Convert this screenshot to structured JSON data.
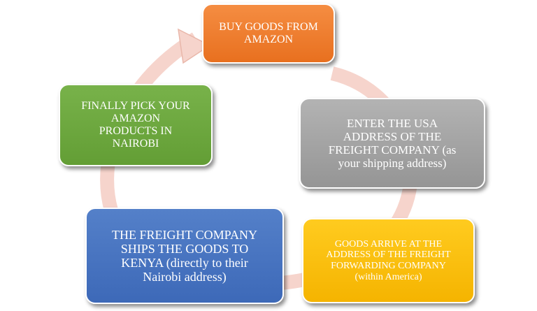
{
  "colors": {
    "ring": "#f6d4cc",
    "ring_edge": "#e9b7aa",
    "orange": "#ed7d31",
    "gray": "#a5a5a5",
    "yellow": "#ffc000",
    "blue": "#4472c4",
    "green": "#70ad47"
  },
  "steps": [
    {
      "text": "BUY GOODS FROM\nAMAZON"
    },
    {
      "text": "ENTER THE USA\nADDRESS OF THE\nFREIGHT COMPANY (as\nyour shipping address)"
    },
    {
      "text": "GOODS ARRIVE AT THE\nADDRESS OF THE FREIGHT\nFORWARDING COMPANY\n(within America)"
    },
    {
      "text": "THE FREIGHT COMPANY\nSHIPS THE GOODS TO\nKENYA (directly to their\nNairobi address)"
    },
    {
      "text": "FINALLY PICK YOUR\nAMAZON\nPRODUCTS IN\nNAIROBI"
    }
  ]
}
